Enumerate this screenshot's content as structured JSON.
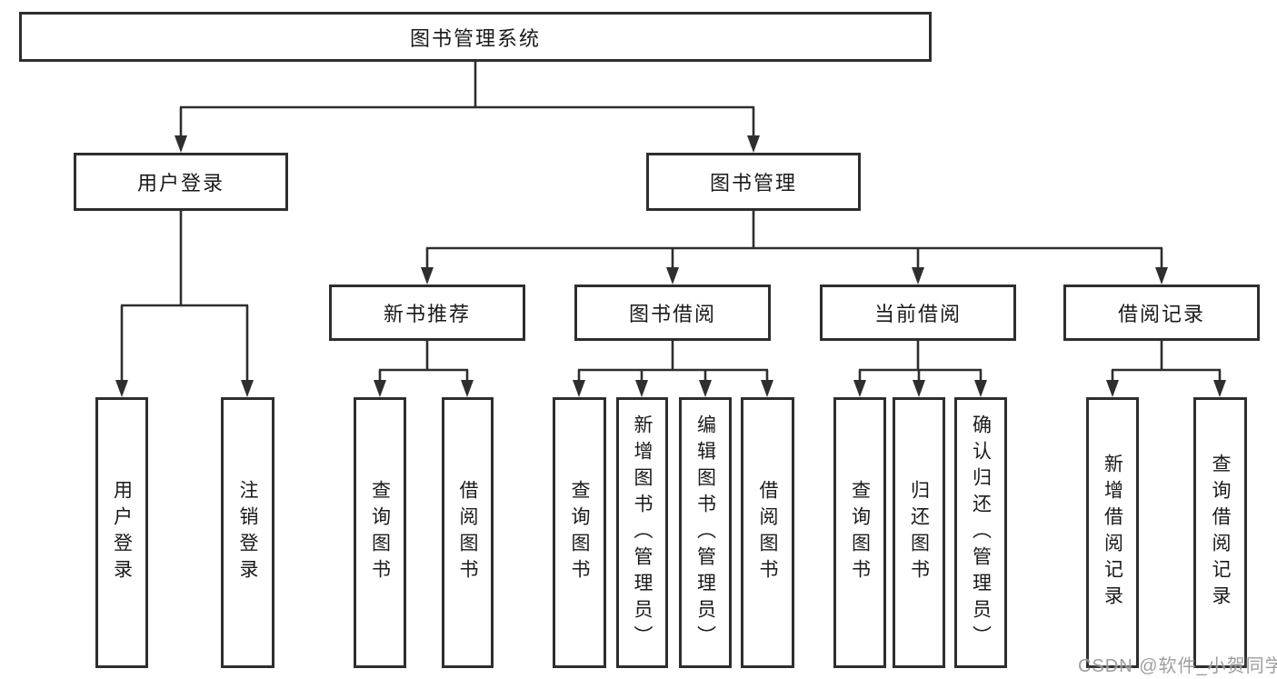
{
  "watermark": "CSDN @软件_小贺同学",
  "colors": {
    "line": "#2e2e2e",
    "box_border": "#2e2e2e",
    "text": "#1a1a1a",
    "watermark": "#949494",
    "background": "#ffffff"
  },
  "tree": {
    "root": {
      "label": "图书管理系统",
      "children": [
        {
          "label": "用户登录",
          "children": [
            {
              "label": "用户登录"
            },
            {
              "label": "注销登录"
            }
          ]
        },
        {
          "label": "图书管理",
          "children": [
            {
              "label": "新书推荐",
              "children": [
                {
                  "label": "查询图书"
                },
                {
                  "label": "借阅图书"
                }
              ]
            },
            {
              "label": "图书借阅",
              "children": [
                {
                  "label": "查询图书"
                },
                {
                  "label": "新增图书（管理员）"
                },
                {
                  "label": "编辑图书（管理员）"
                },
                {
                  "label": "借阅图书"
                }
              ]
            },
            {
              "label": "当前借阅",
              "children": [
                {
                  "label": "查询图书"
                },
                {
                  "label": "归还图书"
                },
                {
                  "label": "确认归还（管理员）"
                }
              ]
            },
            {
              "label": "借阅记录",
              "children": [
                {
                  "label": "新增借阅记录"
                },
                {
                  "label": "查询借阅记录"
                }
              ]
            }
          ]
        }
      ]
    }
  }
}
